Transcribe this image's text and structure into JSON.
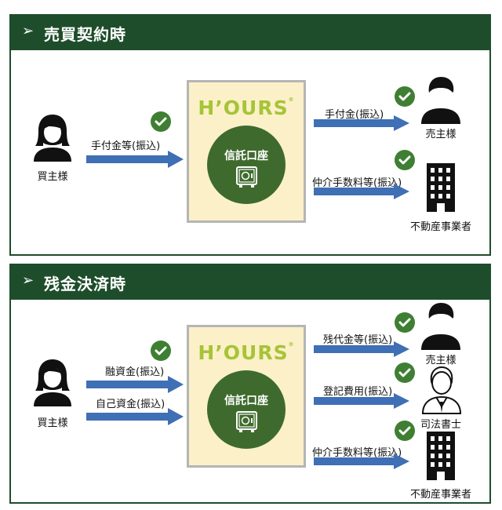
{
  "sections": [
    {
      "title": "売買契約時",
      "buyer": "買主様",
      "inflows": [
        "手付金等(振込)"
      ],
      "brand": "H’OURS",
      "account": "信託口座",
      "outflows": [
        "手付金(振込)",
        "仲介手数料等(振込)"
      ],
      "recipients": [
        "売主様",
        "不動産事業者"
      ]
    },
    {
      "title": "残金決済時",
      "buyer": "買主様",
      "inflows": [
        "融資金(振込)",
        "自己資金(振込)"
      ],
      "brand": "H’OURS",
      "account": "信託口座",
      "outflows": [
        "残代金等(振込)",
        "登記費用(振込)",
        "仲介手数料等(振込)"
      ],
      "recipients": [
        "売主様",
        "司法書士",
        "不動産事業者"
      ]
    }
  ],
  "colors": {
    "header_bg": "#1e4d2b",
    "arrow": "#3f6fb5",
    "check": "#3f7f33",
    "brand": "#a6c437",
    "account_circle": "#3e6b2d",
    "box_bg": "#fbf0c8"
  }
}
